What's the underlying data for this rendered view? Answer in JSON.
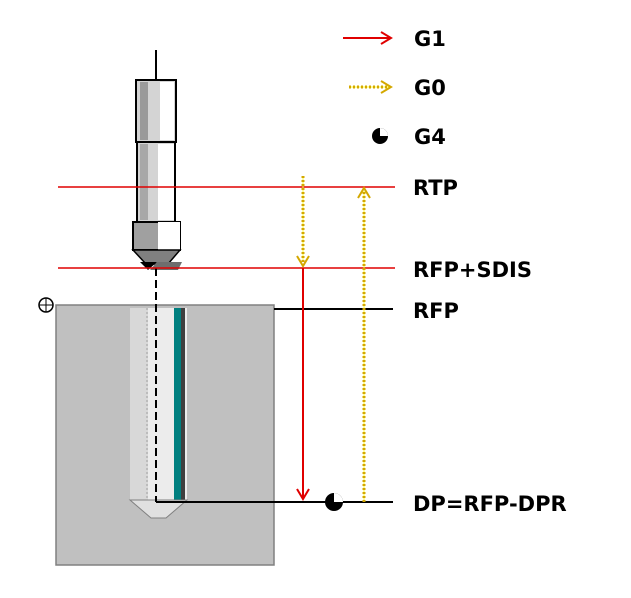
{
  "legend": [
    {
      "symbol": "red-arrow-icon",
      "label": "G1"
    },
    {
      "symbol": "yellow-dotted-arrow-icon",
      "label": "G0"
    },
    {
      "symbol": "dwell-clock-icon",
      "label": "G4"
    }
  ],
  "levels": {
    "rtp": "RTP",
    "rfp_sdis": "RFP+SDIS",
    "rfp": "RFP",
    "dp": "DP=RFP-DPR"
  },
  "colors": {
    "g1": "#e00000",
    "g0_stroke": "#d4a800",
    "g0_fill": "#ffff33",
    "workpiece": "#c0c0c0",
    "reference_line": "#e00000",
    "text": "#000000"
  }
}
